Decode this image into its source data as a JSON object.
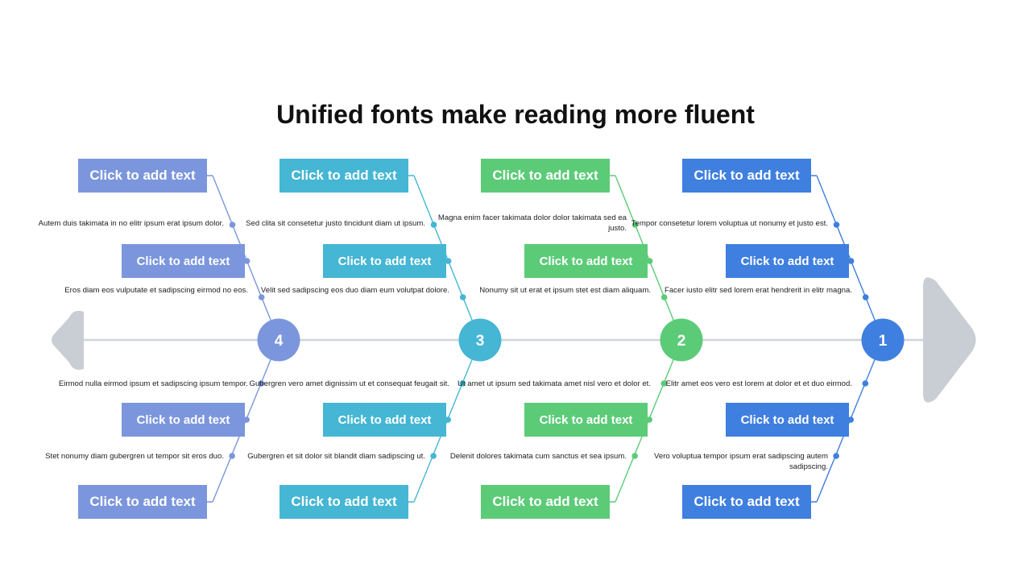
{
  "title": "Unified fonts make reading more fluent",
  "colors": {
    "spine": "#d0d4da",
    "arrow": "#c9ced4",
    "bone1": "#3f7fdf",
    "bone2": "#5ccb78",
    "bone3": "#45b6d3",
    "bone4": "#7b96dc"
  },
  "bones": [
    {
      "number": "1",
      "color": "#3f7fdf",
      "top_title": "Click to add text",
      "top_note1": "Tempor consetetur lorem voluptua ut nonumy et justo est.",
      "top_mid": "Click to add text",
      "top_note2": "Facer iusto elitr sed lorem erat hendrerit in elitr magna.",
      "bottom_note1": "Elitr amet eos vero est lorem at dolor et et duo eirmod.",
      "bottom_mid": "Click to add text",
      "bottom_note2": "Vero voluptua tempor ipsum erat sadipscing autem sadipscing.",
      "bottom_title": "Click to add text"
    },
    {
      "number": "2",
      "color": "#5ccb78",
      "top_title": "Click to add text",
      "top_note1": "Magna enim facer takimata dolor dolor takimata sed ea justo.",
      "top_mid": "Click to add text",
      "top_note2": "Nonumy sit ut erat et ipsum stet est diam aliquam.",
      "bottom_note1": "Ut amet ut ipsum sed takimata amet nisl vero et dolor et.",
      "bottom_mid": "Click to add text",
      "bottom_note2": "Delenit dolores takimata cum sanctus et sea ipsum.",
      "bottom_title": "Click to add text"
    },
    {
      "number": "3",
      "color": "#45b6d3",
      "top_title": "Click to add text",
      "top_note1": "Sed clita sit consetetur justo tincidunt diam ut ipsum.",
      "top_mid": "Click to add text",
      "top_note2": "Velit sed sadipscing eos duo diam eum volutpat dolore.",
      "bottom_note1": "Gubergren vero amet dignissim ut et consequat feugait sit.",
      "bottom_mid": "Click to add text",
      "bottom_note2": "Gubergren et sit dolor sit blandit diam sadipscing ut.",
      "bottom_title": "Click to add text"
    },
    {
      "number": "4",
      "color": "#7b96dc",
      "top_title": "Click to add text",
      "top_note1": "Autem duis takimata in no elitr ipsum erat ipsum dolor.",
      "top_mid": "Click to add text",
      "top_note2": "Eros diam eos vulputate et sadipscing eirmod no eos.",
      "bottom_note1": "Eirmod nulla eirmod ipsum et sadipscing ipsum tempor.",
      "bottom_mid": "Click to add text",
      "bottom_note2": "Stet nonumy diam gubergren ut tempor sit eros duo.",
      "bottom_title": "Click to add text"
    }
  ]
}
